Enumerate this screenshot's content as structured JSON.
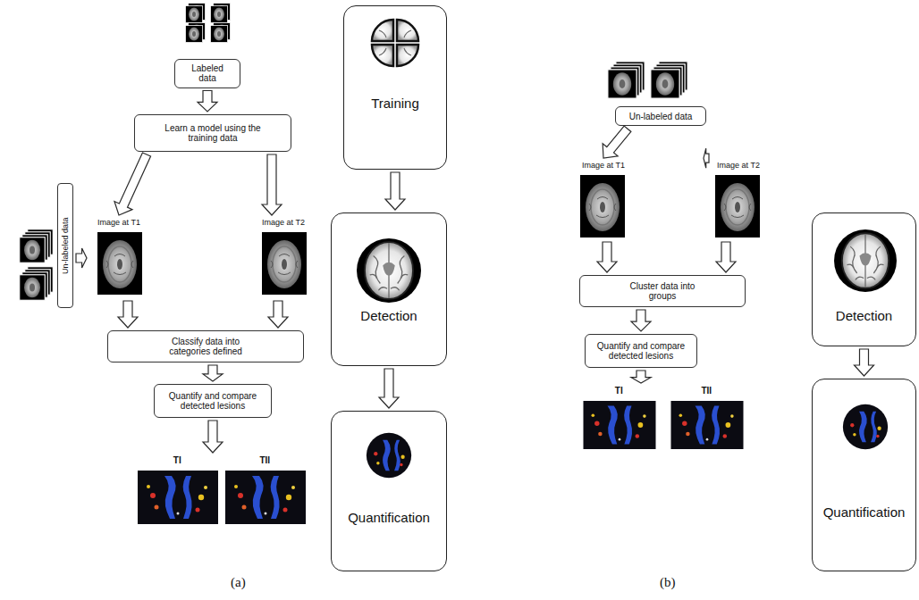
{
  "diagram": {
    "nodes": [
      {
        "text": [
          "Labeled data"
        ]
      },
      {
        "text": [
          "Learn a model using the training data"
        ]
      },
      {
        "text": [
          "Un-labeled data"
        ]
      },
      {
        "text": [
          "Image at T1"
        ]
      },
      {
        "text": [
          "Image at T2"
        ]
      },
      {
        "text": [
          "Classify data into categories defined"
        ]
      },
      {
        "text": [
          "Quantify and compare detected lesions"
        ]
      },
      {
        "text": [
          "TI",
          "TII"
        ]
      },
      {
        "text": [
          "Training"
        ]
      },
      {
        "text": [
          "Detection"
        ]
      },
      {
        "text": [
          "Quantification"
        ]
      },
      {
        "text": [
          "Un-labeled data"
        ]
      },
      {
        "text": [
          "Image at T1"
        ]
      },
      {
        "text": [
          "Image at T2"
        ]
      },
      {
        "text": [
          "Cluster data into groups"
        ]
      },
      {
        "text": [
          "Quantify and compare detected lesions"
        ]
      },
      {
        "text": [
          "TI",
          "TII"
        ]
      },
      {
        "text": [
          "Detection"
        ]
      },
      {
        "text": [
          "Quantification"
        ]
      }
    ],
    "edges": [
      {
        "from": 0,
        "to": 1,
        "arrow": "to"
      },
      {
        "from": 1,
        "to": 3,
        "arrow": "to"
      },
      {
        "from": 1,
        "to": 4,
        "arrow": "to"
      },
      {
        "from": 2,
        "to": 3,
        "arrow": "to"
      },
      {
        "from": 3,
        "to": 5,
        "arrow": "to"
      },
      {
        "from": 4,
        "to": 5,
        "arrow": "to"
      },
      {
        "from": 5,
        "to": 6,
        "arrow": "to"
      },
      {
        "from": 6,
        "to": 7,
        "arrow": "to"
      },
      {
        "from": 8,
        "to": 9,
        "arrow": "to"
      },
      {
        "from": 9,
        "to": 10,
        "arrow": "to"
      },
      {
        "from": 11,
        "to": 12,
        "arrow": "to"
      },
      {
        "from": 11,
        "to": 13,
        "arrow": "to"
      },
      {
        "from": 12,
        "to": 14,
        "arrow": "to"
      },
      {
        "from": 13,
        "to": 14,
        "arrow": "to"
      },
      {
        "from": 14,
        "to": 15,
        "arrow": "to"
      },
      {
        "from": 15,
        "to": 16,
        "arrow": "to"
      },
      {
        "from": 17,
        "to": 18,
        "arrow": "to"
      }
    ],
    "labels": [
      "(a)",
      "(b)"
    ]
  }
}
